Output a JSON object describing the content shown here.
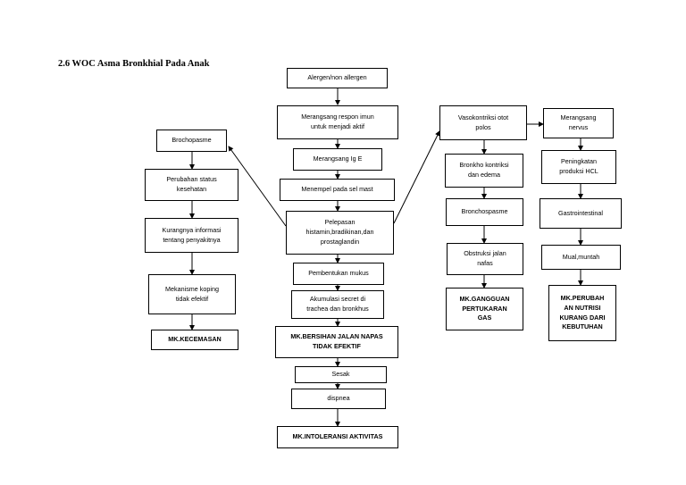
{
  "title": "2.6 WOC Asma Bronkhial Pada Anak",
  "nodes": {
    "alergen": "Alergen/non allergen",
    "merangsang_respon": "Merangsang respon imun\nuntuk menjadi aktif",
    "merangsang_ige": "Merangsang Ig E",
    "menempel": "Menempel pada sel mast",
    "pelepasan": "Pelepasan\nhistamin,bradikinan,dan\nprostaglandin",
    "pembentukan": "Pembentukan mukus",
    "akumulasi": "Akumulasi secret di\ntrachea dan bronkhus",
    "mk_bersihan": "MK.BERSIHAN JALAN NAPAS\nTIDAK EFEKTIF",
    "sesak": "Sesak",
    "dispnea": "dispnea",
    "mk_intoleransi": "MK.INTOLERANSI AKTIVITAS",
    "brochopasme": "Brochopasme",
    "perubahan": "Perubahan status\nkesehatan",
    "kurangnya": "Kurangnya informasi\ntentang penyakitnya",
    "mekanisme": "Mekanisme koping\ntidak efektif",
    "mk_kecemasan": "MK.KECEMASAN",
    "vasokontriksi": "Vasokontriksi otot\npolos",
    "bronkho_kontriksi": "Bronkho kontriksi\ndan edema",
    "bronchospasme": "Bronchospasme",
    "obstruksi": "Obstruksi jalan\nnafas",
    "mk_gangguan": "MK.GANGGUAN\nPERTUKARAN\nGAS",
    "merangsang_nervus": "Merangsang\nnervus",
    "peningkatan": "Peningkatan\nproduksi HCL",
    "gastrointestinal": "Gastrointestinal",
    "mual": "Mual,muntah",
    "mk_perubahan": "MK.PERUBAH\nAN NUTRISI\nKURANG DARI\nKEBUTUHAN"
  }
}
